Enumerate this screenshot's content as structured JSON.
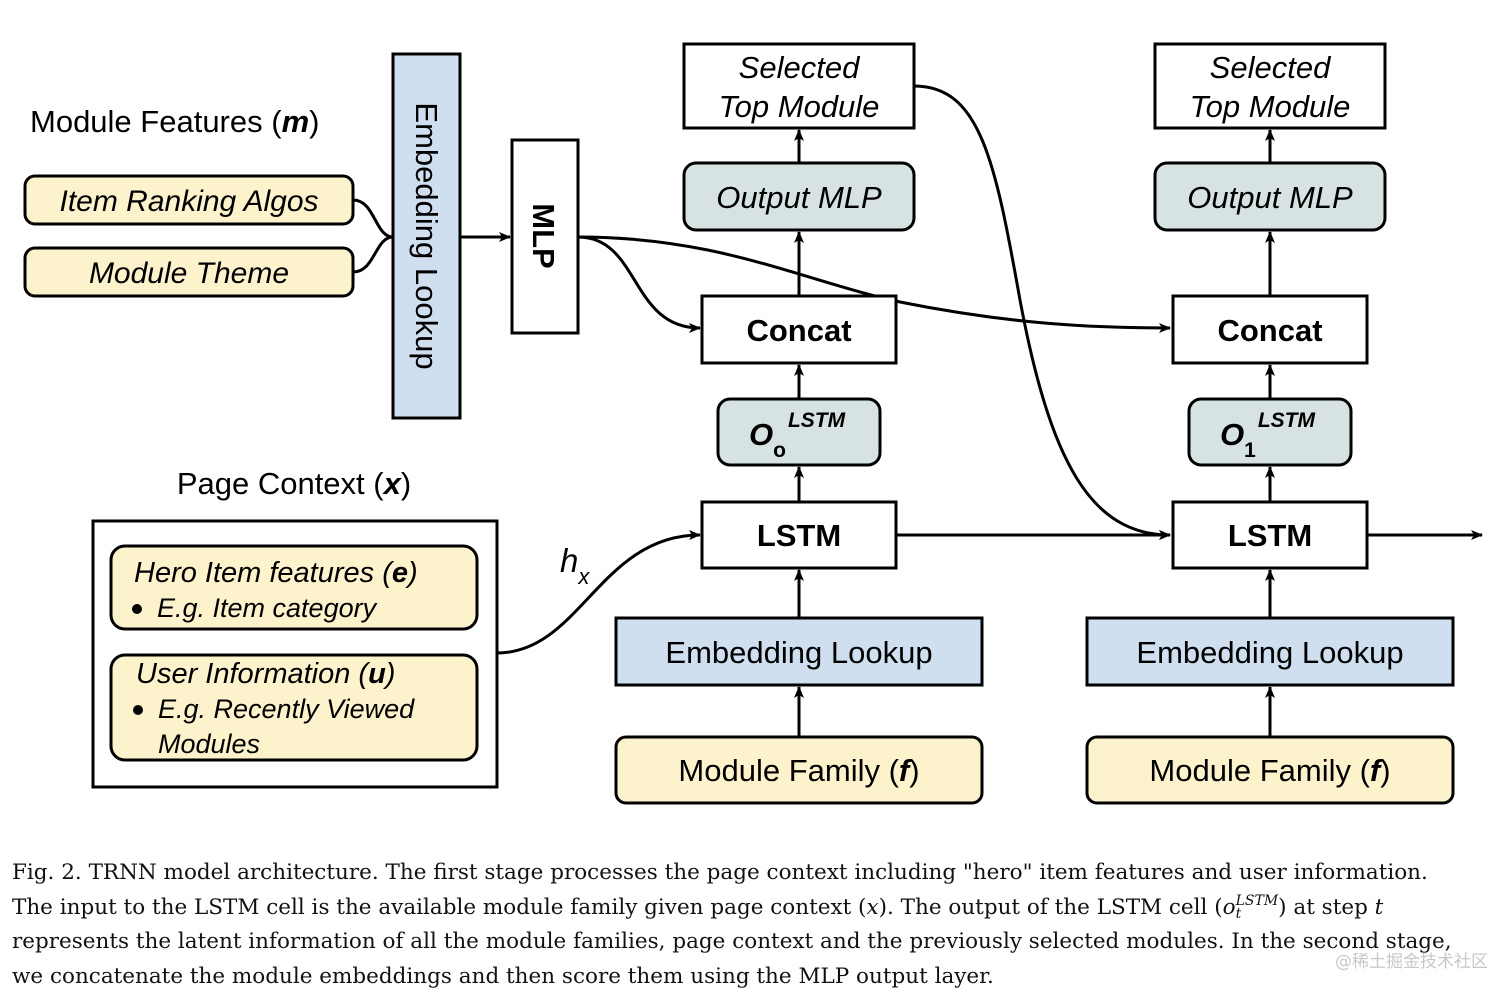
{
  "module_features": {
    "heading": "Module Features",
    "symbol": "m",
    "items": [
      "Item Ranking Algos",
      "Module Theme"
    ]
  },
  "left_embedding": {
    "label": "Embedding Lookup"
  },
  "mlp": {
    "label": "MLP"
  },
  "page_context": {
    "heading": "Page Context",
    "symbol": "x",
    "hero": {
      "title": "Hero Item features",
      "symbol": "e",
      "bullet": "E.g. Item category"
    },
    "user": {
      "title": "User Information",
      "symbol": "u",
      "bullet_line1": "E.g. Recently Viewed",
      "bullet_line2": "Modules"
    }
  },
  "hx": {
    "base": "h",
    "sub": "x"
  },
  "stages": [
    {
      "selected_line1": "Selected",
      "selected_line2": "Top Module",
      "output_mlp": "Output MLP",
      "concat": "Concat",
      "o_base": "O",
      "o_sub": "o",
      "o_sup": "LSTM",
      "lstm": "LSTM",
      "embedding": "Embedding Lookup",
      "family": "Module Family",
      "family_symbol": "f"
    },
    {
      "selected_line1": "Selected",
      "selected_line2": "Top Module",
      "output_mlp": "Output MLP",
      "concat": "Concat",
      "o_base": "O",
      "o_sub": "1",
      "o_sup": "LSTM",
      "lstm": "LSTM",
      "embedding": "Embedding Lookup",
      "family": "Module Family",
      "family_symbol": "f"
    }
  ],
  "caption": {
    "line1": "Fig. 2.  TRNN model architecture. The first stage processes the page context including \"hero\" item features and user information.",
    "line2_a": "The input to the LSTM cell is the available module family given page context (",
    "line2_x": "x",
    "line2_b": "). The output of the LSTM cell (",
    "line2_o": "o",
    "line2_sup": "LSTM",
    "line2_sub": "t",
    "line2_c": ") at step ",
    "line2_t": "t",
    "line3": "represents the latent information of all the module families, page context and the previously selected modules. In the second stage,",
    "line4": "we concatenate the module embeddings and then score them using the MLP output layer."
  },
  "watermark": "@稀土掘金技术社区",
  "colors": {
    "yellow_fill": "#fcf2cc",
    "blue_fill": "#cfdff0",
    "teal_fill": "#d7e2e2",
    "stroke": "#000000"
  }
}
